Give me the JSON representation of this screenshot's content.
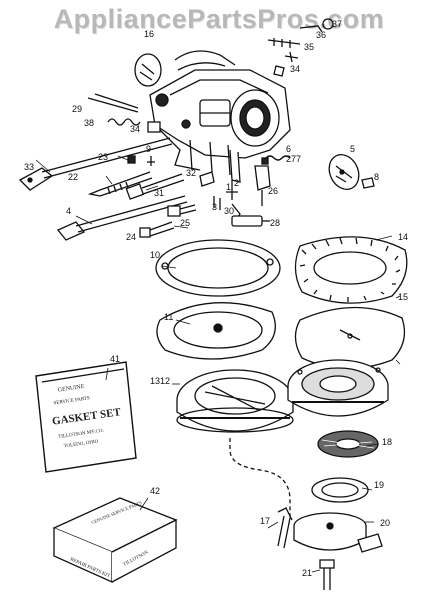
{
  "watermark": "AppliancePartsPros.com",
  "callouts": [
    "37",
    "36",
    "35",
    "34",
    "16",
    "29",
    "38",
    "34",
    "33",
    "23",
    "9",
    "6",
    "7",
    "5",
    "22",
    "31",
    "32",
    "1",
    "2",
    "26",
    "8",
    "4",
    "25",
    "3",
    "30",
    "27",
    "24",
    "28",
    "10",
    "14",
    "11",
    "15",
    "41",
    "12",
    "13",
    "18",
    "19",
    "17",
    "42",
    "20",
    "21"
  ],
  "gasket_card": {
    "title": "GASKET SET",
    "line1": "GENUINE",
    "line2": "SERVICE PARTS",
    "line3": "TILLOTSON M'F.CO.",
    "line4": "TOLEDO, OHIO"
  },
  "kit_box": {
    "front": "REPAIR PARTS KIT",
    "top": "GENUINE SERVICE PARTS",
    "side": "TILLOTSON"
  },
  "colors": {
    "ink": "#111111",
    "watermark": "#b8b8b8",
    "paper": "#ffffff"
  }
}
